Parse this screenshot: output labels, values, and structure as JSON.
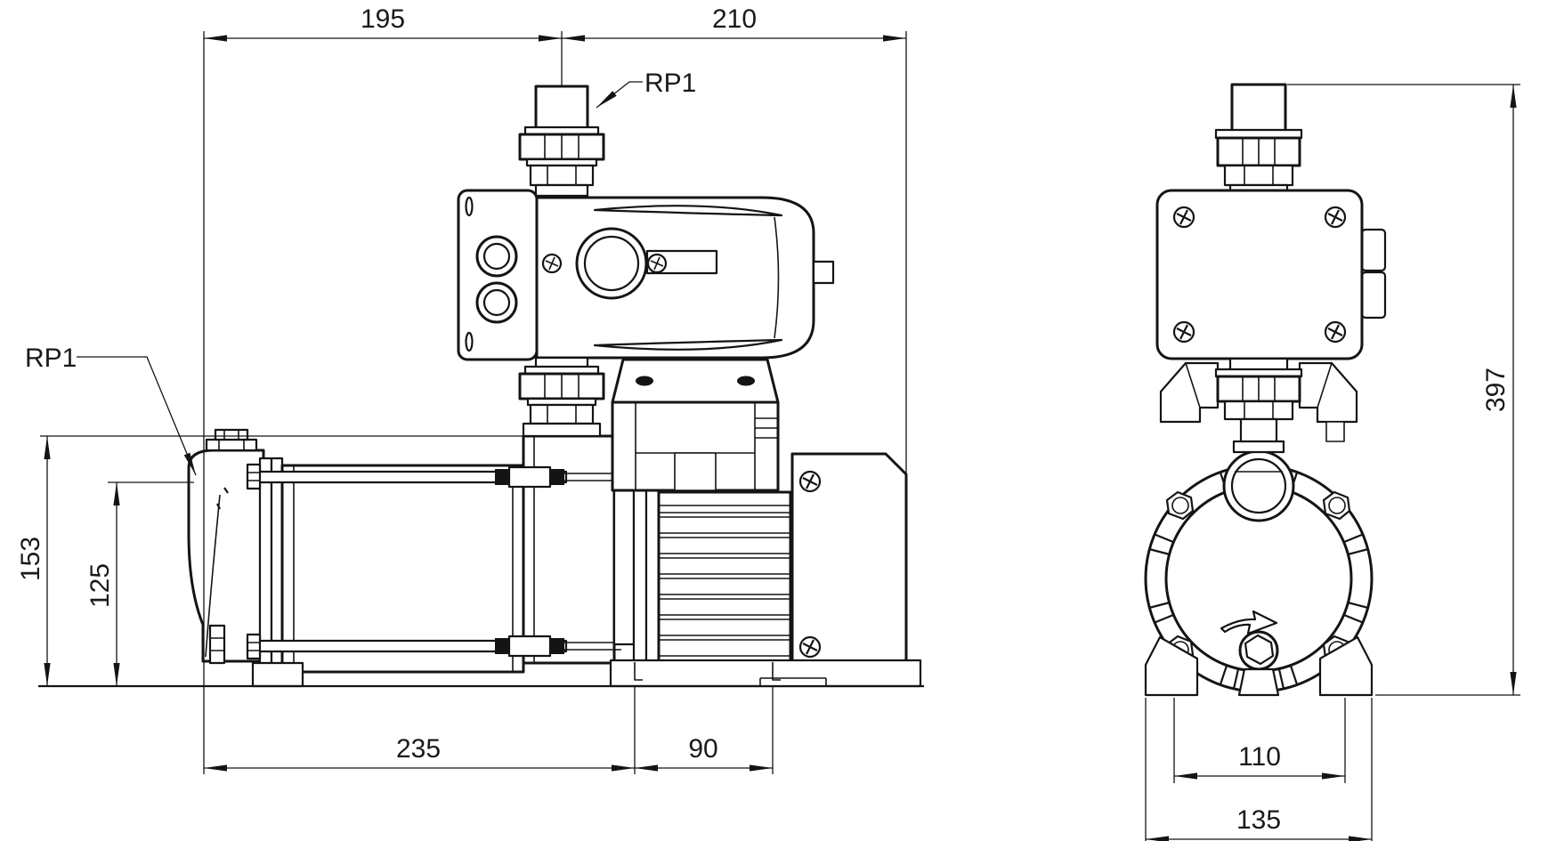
{
  "drawing": {
    "side_view": {
      "dim_top_left": "195",
      "dim_top_right": "210",
      "dim_height_total": "153",
      "dim_inlet_height": "125",
      "dim_base_length": "235",
      "dim_motor_foot_length": "90",
      "top_port_label": "RP1",
      "side_port_label": "RP1"
    },
    "front_view": {
      "dim_total_height": "397",
      "dim_foot_hole_spacing": "110",
      "dim_overall_width": "135"
    }
  }
}
